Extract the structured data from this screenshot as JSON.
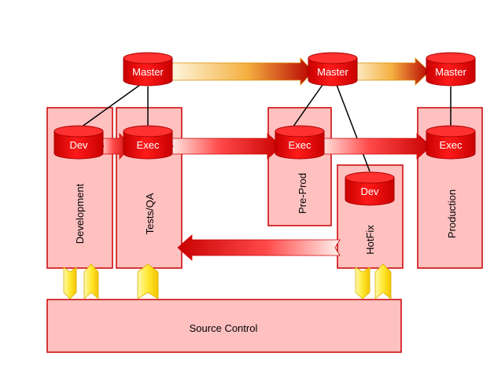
{
  "diagram": {
    "databases": {
      "master_1": "Master",
      "master_2": "Master",
      "master_3": "Master",
      "dev_development": "Dev",
      "exec_tests": "Exec",
      "exec_preprod": "Exec",
      "exec_production": "Exec",
      "dev_hotfix": "Dev"
    },
    "environments": {
      "development": "Development",
      "tests_qa": "Tests/QA",
      "pre_prod": "Pre-Prod",
      "hotfix": "HotFix",
      "production": "Production"
    },
    "source_control": "Source Control"
  },
  "colors": {
    "env_fill": "#ffc0c0",
    "env_stroke": "#cc0000",
    "db_fill": "#e00000",
    "db_top": "#ff2a2a",
    "db_stroke": "#aa0000",
    "arrow_red": "#cc0000",
    "arrow_light": "#fff0e0",
    "chevron": "#ffee44"
  }
}
